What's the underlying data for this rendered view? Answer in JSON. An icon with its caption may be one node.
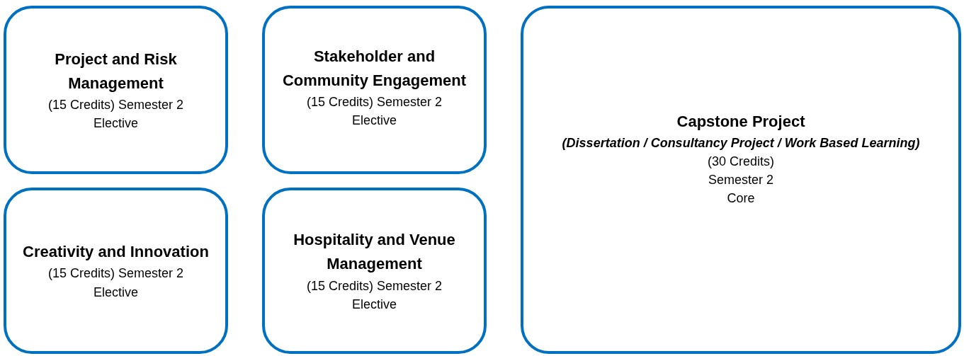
{
  "diagram": {
    "nodes": [
      {
        "text": [
          "Project and Risk Management",
          "(15 Credits) Semester 2",
          "Elective"
        ]
      },
      {
        "text": [
          "Stakeholder and Community Engagement",
          "(15 Credits) Semester 2",
          "Elective"
        ]
      },
      {
        "text": [
          "Creativity and Innovation",
          "(15 Credits) Semester 2",
          "Elective"
        ]
      },
      {
        "text": [
          "Hospitality and Venue Management",
          "(15 Credits) Semester 2",
          "Elective"
        ]
      },
      {
        "text": [
          "Capstone Project",
          "(Dissertation / Consultancy Project / Work Based Learning)",
          "(30 Credits)",
          "Semester 2",
          "Core"
        ]
      }
    ]
  }
}
